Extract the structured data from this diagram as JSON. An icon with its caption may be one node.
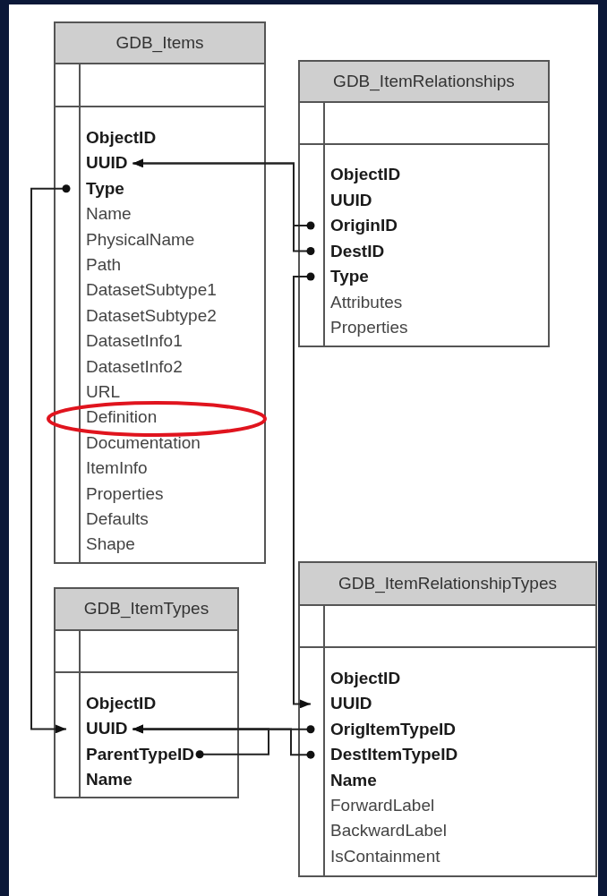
{
  "diagram": {
    "nodes": [
      {
        "text": [
          "GDB_Items"
        ]
      },
      {
        "text": [
          "ObjectID"
        ],
        "in": 0
      },
      {
        "text": [
          "UUID"
        ],
        "in": 0
      },
      {
        "text": [
          "Type"
        ],
        "in": 0
      },
      {
        "text": [
          "Name"
        ],
        "in": 0
      },
      {
        "text": [
          "PhysicalName"
        ],
        "in": 0
      },
      {
        "text": [
          "Path"
        ],
        "in": 0
      },
      {
        "text": [
          "DatasetSubtype1"
        ],
        "in": 0
      },
      {
        "text": [
          "DatasetSubtype2"
        ],
        "in": 0
      },
      {
        "text": [
          "DatasetInfo1"
        ],
        "in": 0
      },
      {
        "text": [
          "DatasetInfo2"
        ],
        "in": 0
      },
      {
        "text": [
          "URL"
        ],
        "in": 0
      },
      {
        "text": [
          "Definition"
        ],
        "in": 0
      },
      {
        "text": [
          "Documentation"
        ],
        "in": 0
      },
      {
        "text": [
          "ItemInfo"
        ],
        "in": 0
      },
      {
        "text": [
          "Properties"
        ],
        "in": 0
      },
      {
        "text": [
          "Defaults"
        ],
        "in": 0
      },
      {
        "text": [
          "Shape"
        ],
        "in": 0
      },
      {
        "text": [
          "GDB_ItemRelationships"
        ]
      },
      {
        "text": [
          "ObjectID"
        ],
        "in": 18
      },
      {
        "text": [
          "UUID"
        ],
        "in": 18
      },
      {
        "text": [
          "OriginID"
        ],
        "in": 18
      },
      {
        "text": [
          "DestID"
        ],
        "in": 18
      },
      {
        "text": [
          "Type"
        ],
        "in": 18
      },
      {
        "text": [
          "Attributes"
        ],
        "in": 18
      },
      {
        "text": [
          "Properties"
        ],
        "in": 18
      },
      {
        "text": [
          "GDB_ItemTypes"
        ]
      },
      {
        "text": [
          "ObjectID"
        ],
        "in": 26
      },
      {
        "text": [
          "UUID"
        ],
        "in": 26
      },
      {
        "text": [
          "ParentTypeID"
        ],
        "in": 26
      },
      {
        "text": [
          "Name"
        ],
        "in": 26
      },
      {
        "text": [
          "GDB_ItemRelationshipTypes"
        ]
      },
      {
        "text": [
          "ObjectID"
        ],
        "in": 31
      },
      {
        "text": [
          "UUID"
        ],
        "in": 31
      },
      {
        "text": [
          "OrigItemTypeID"
        ],
        "in": 31
      },
      {
        "text": [
          "DestItemTypeID"
        ],
        "in": 31
      },
      {
        "text": [
          "Name"
        ],
        "in": 31
      },
      {
        "text": [
          "ForwardLabel"
        ],
        "in": 31
      },
      {
        "text": [
          "BackwardLabel"
        ],
        "in": 31
      },
      {
        "text": [
          "IsContainment"
        ],
        "in": 31
      }
    ],
    "edges": [
      {
        "from": 21,
        "to": 2,
        "arrow": "to"
      },
      {
        "from": 22,
        "to": 2,
        "arrow": "to"
      },
      {
        "from": 3,
        "to": 28,
        "arrow": "to"
      },
      {
        "from": 23,
        "to": 33,
        "arrow": "to"
      },
      {
        "from": 34,
        "to": 28,
        "arrow": "to"
      },
      {
        "from": 35,
        "to": 28,
        "arrow": "to"
      },
      {
        "from": 29,
        "to": 28,
        "arrow": "to"
      }
    ]
  }
}
